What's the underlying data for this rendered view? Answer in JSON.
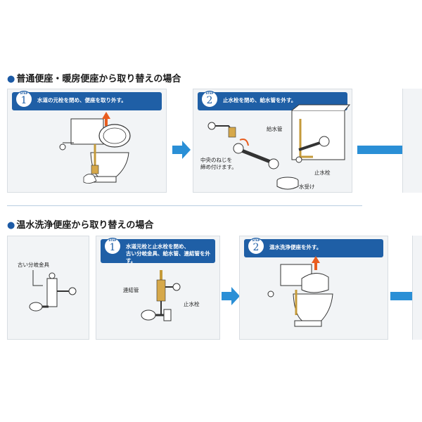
{
  "section1": {
    "title": "普通便座・暖房便座から取り替えの場合",
    "step1": {
      "step_word": "STEP",
      "number": "1",
      "text": "水道の元栓を閉め、便座を取り外す。"
    },
    "step2": {
      "step_word": "STEP",
      "number": "2",
      "text": "止水栓を閉め、給水管を外す。",
      "labels": {
        "pipe": "給水管",
        "screw": "中央のねじを",
        "screw2": "締め付けます。",
        "valve": "止水栓",
        "tray": "水受け"
      }
    }
  },
  "section2": {
    "title": "温水洗浄便座から取り替えの場合",
    "old_fitting_label": "古い分岐金具",
    "step1": {
      "step_word": "STEP",
      "number": "1",
      "text_line1": "水道元栓と止水栓を閉め、",
      "text_line2": "古い分岐金具、給水管、連結管を外す。",
      "labels": {
        "joint": "連結管",
        "valve": "止水栓"
      }
    },
    "step2": {
      "step_word": "STEP",
      "number": "2",
      "text": "温水洗浄便座を外す。"
    }
  },
  "colors": {
    "header_blue": "#1f5fa6",
    "arrow_blue": "#2a8fd6",
    "card_bg": "#f2f4f6",
    "lift_arrow": "#e85d1f"
  }
}
